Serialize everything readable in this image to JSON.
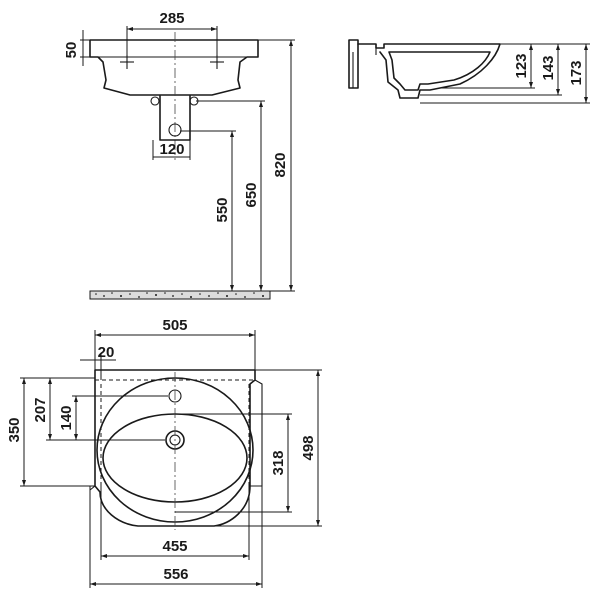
{
  "dimensions": {
    "tap_hole_spacing": "285",
    "deck_thickness": "50",
    "waste_width": "120",
    "waste_height": "550",
    "trap_height": "650",
    "rim_height": "820",
    "depth_123": "123",
    "depth_143": "143",
    "depth_173": "173",
    "overall_width_top": "505",
    "offset_20": "20",
    "depth_350": "350",
    "depth_207": "207",
    "depth_140": "140",
    "bowl_depth_318": "318",
    "overall_depth_498": "498",
    "bowl_width_455": "455",
    "overall_width_556": "556"
  },
  "colors": {
    "line": "#1a1a1a",
    "background": "#ffffff"
  }
}
